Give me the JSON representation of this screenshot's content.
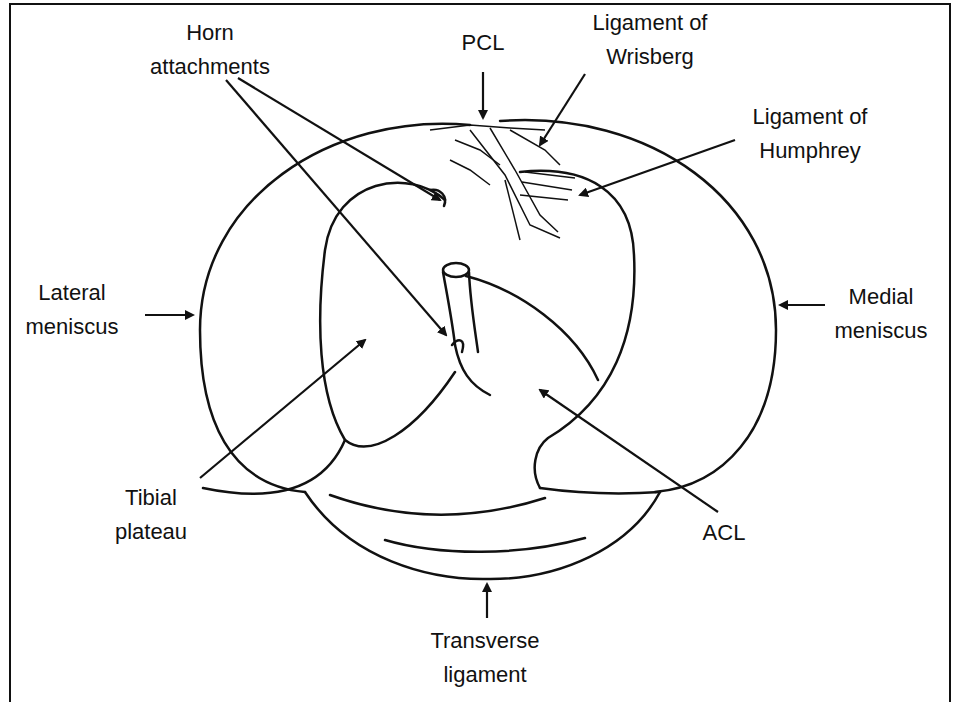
{
  "diagram": {
    "labels": [
      "Horn attachments",
      "PCL",
      "Ligament of Wrisberg",
      "Ligament of Humphrey",
      "Lateral meniscus",
      "Medial meniscus",
      "Tibial plateau",
      "ACL",
      "Transverse ligament"
    ]
  }
}
